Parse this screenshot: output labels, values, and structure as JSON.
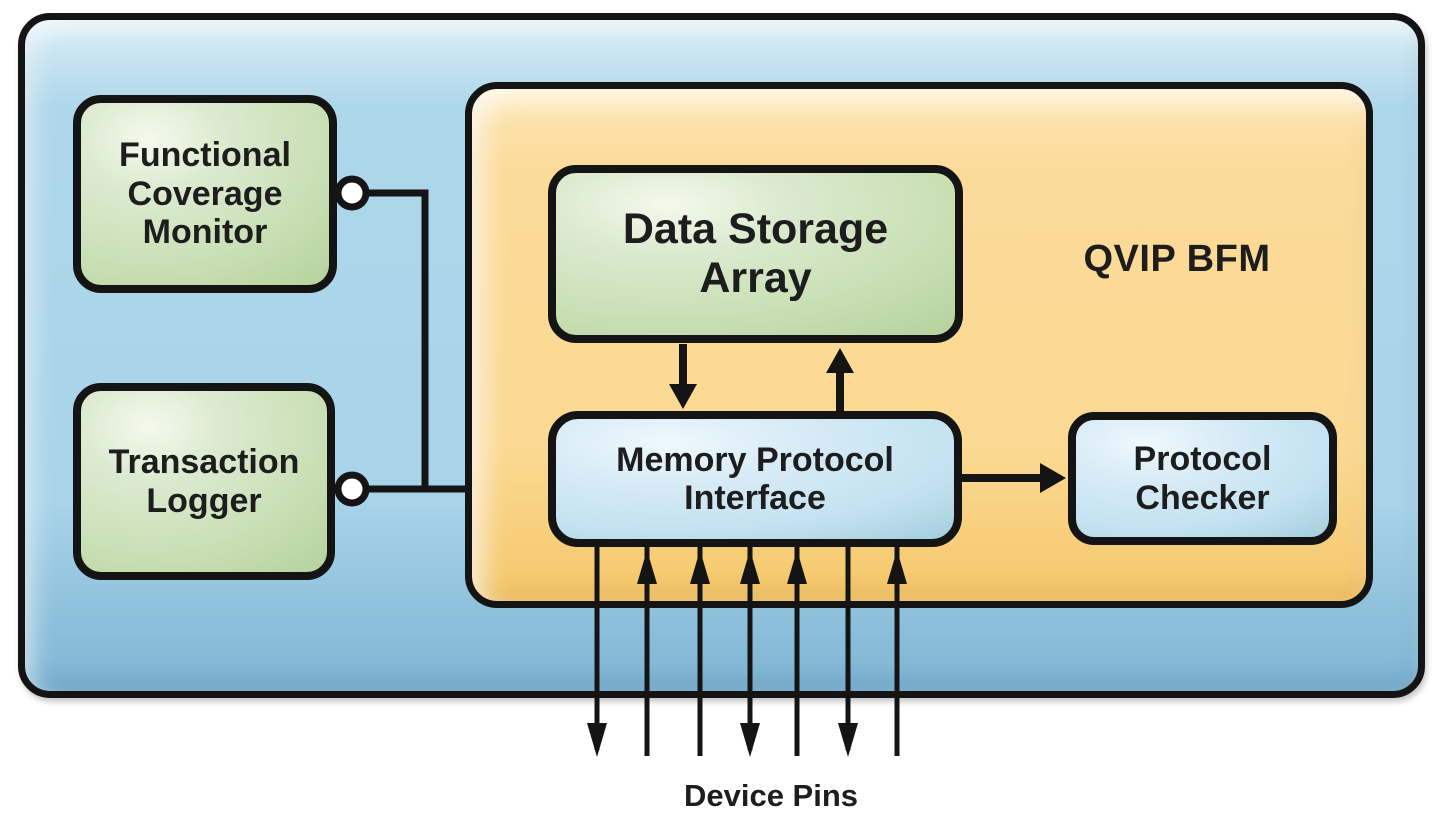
{
  "diagram": {
    "colors": {
      "canvas_background": "#ffffff",
      "testbench_fill": "#a8d3e9",
      "qvip_bfm_fill": "#fbd993",
      "green_component_fill": "#c8dfb4",
      "blue_component_fill": "#c2e1f0",
      "line_color": "#141414",
      "connector_dot_fill": "#ffffff"
    },
    "boxes": {
      "functional_coverage_monitor": {
        "label": "Functional Coverage Monitor",
        "color": "green"
      },
      "transaction_logger": {
        "label": "Transaction Logger",
        "color": "green"
      },
      "qvip_bfm": {
        "label": "QVIP BFM",
        "color": "orange"
      },
      "data_storage_array": {
        "label": "Data Storage Array",
        "color": "green"
      },
      "memory_protocol_interface": {
        "label": "Memory Protocol Interface",
        "color": "blue"
      },
      "protocol_checker": {
        "label": "Protocol Checker",
        "color": "blue"
      }
    },
    "labels": {
      "device_pins": "Device Pins"
    },
    "connections": [
      {
        "from": "functional_coverage_monitor",
        "to": "memory_protocol_interface",
        "style": "line-with-dot"
      },
      {
        "from": "transaction_logger",
        "to": "memory_protocol_interface",
        "style": "line-with-dot"
      },
      {
        "from": "data_storage_array",
        "to": "memory_protocol_interface",
        "style": "arrow-down"
      },
      {
        "from": "memory_protocol_interface",
        "to": "data_storage_array",
        "style": "arrow-up"
      },
      {
        "from": "memory_protocol_interface",
        "to": "protocol_checker",
        "style": "arrow-right"
      },
      {
        "from": "memory_protocol_interface",
        "to": "device_pins",
        "style": "pin-bus"
      }
    ],
    "device_pins": {
      "count": 7,
      "directions": [
        "output",
        "input",
        "input",
        "bidirectional",
        "input",
        "output",
        "input"
      ]
    }
  }
}
